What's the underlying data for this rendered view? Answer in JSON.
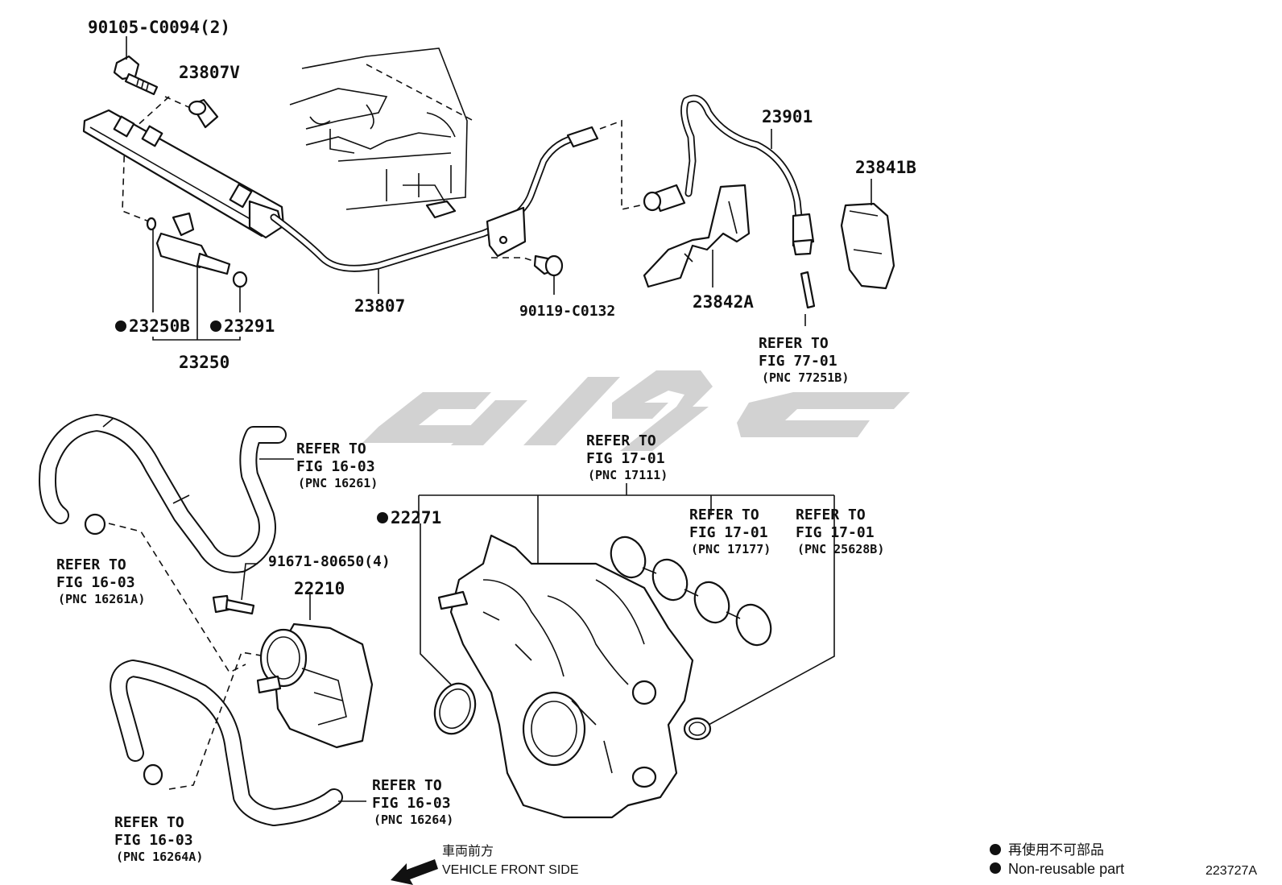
{
  "labels": {
    "bolt_top": "90105-C0094(2)",
    "insulator": "23807V",
    "fuel_tube": "23807",
    "bolt_mid": "90119-C0132",
    "hose_23901": "23901",
    "bracket_23841b": "23841B",
    "bracket_23842a": "23842A",
    "o_ring": "23250B",
    "seal_ring": "23291",
    "injector": "23250",
    "gasket_22271": "22271",
    "bolt_throttle": "91671-80650(4)",
    "throttle_body": "22210"
  },
  "refs": {
    "fig_77_01": {
      "refer": "REFER TO",
      "fig": "FIG 77-01",
      "pnc": "(PNC 77251B)"
    },
    "fig_16_03_16261": {
      "refer": "REFER TO",
      "fig": "FIG 16-03",
      "pnc": "(PNC 16261)"
    },
    "fig_16_03_16261a": {
      "refer": "REFER TO",
      "fig": "FIG 16-03",
      "pnc": "(PNC 16261A)"
    },
    "fig_16_03_16264": {
      "refer": "REFER TO",
      "fig": "FIG 16-03",
      "pnc": "(PNC 16264)"
    },
    "fig_16_03_16264a": {
      "refer": "REFER TO",
      "fig": "FIG 16-03",
      "pnc": "(PNC 16264A)"
    },
    "fig_17_01_17111": {
      "refer": "REFER TO",
      "fig": "FIG 17-01",
      "pnc": "(PNC 17111)"
    },
    "fig_17_01_17177": {
      "refer": "REFER TO",
      "fig": "FIG 17-01",
      "pnc": "(PNC 17177)"
    },
    "fig_17_01_25628b": {
      "refer": "REFER TO",
      "fig": "FIG 17-01",
      "pnc": "(PNC 25628B)"
    }
  },
  "direction": {
    "jp": "車両前方",
    "en": "VEHICLE FRONT SIDE"
  },
  "legend": {
    "jp": "再使用不可部品",
    "en": "Non-reusable part",
    "marker": "filled-circle"
  },
  "figure_id": "223727A",
  "colors": {
    "ink": "#111111",
    "watermark": "#d2d2d2"
  }
}
